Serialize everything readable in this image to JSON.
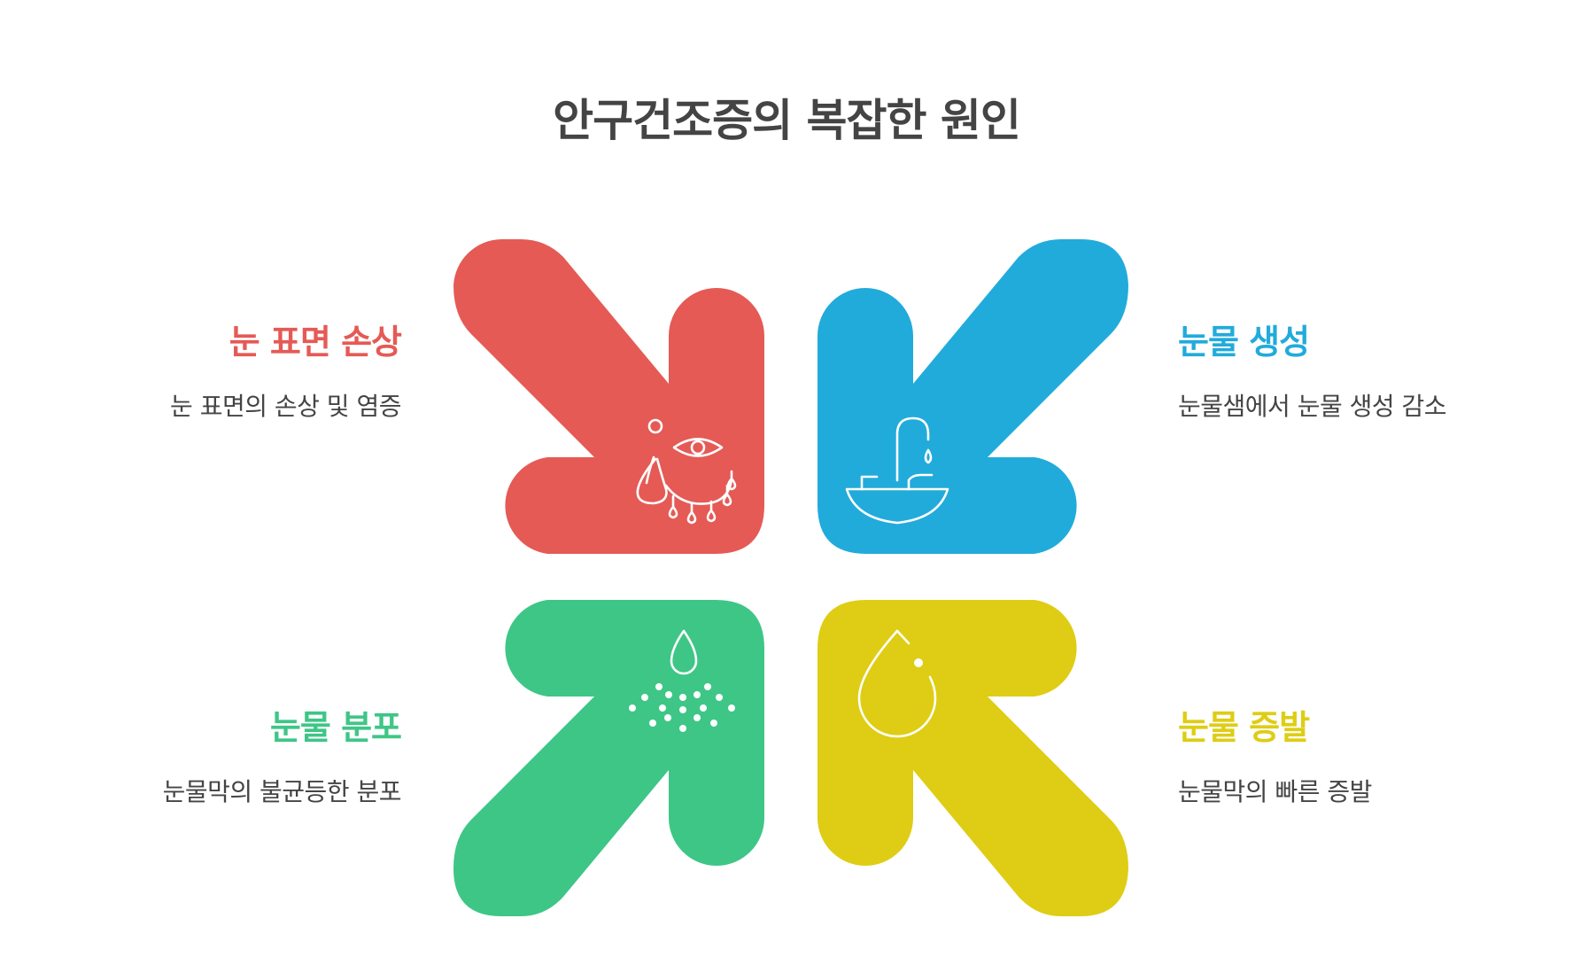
{
  "title": "안구건조증의 복잡한 원인",
  "causes": [
    {
      "label": "눈 표면 손상",
      "description": "눈 표면의 손상 및 염증",
      "color": "#E55A55",
      "icon": "damaged-eye-tears-icon"
    },
    {
      "label": "눈물 생성",
      "description": "눈물샘에서 눈물 생성 감소",
      "color": "#21ABDB",
      "icon": "faucet-basin-icon"
    },
    {
      "label": "눈물 분포",
      "description": "눈물막의 불균등한 분포",
      "color": "#3EC686",
      "icon": "drop-dispersion-icon"
    },
    {
      "label": "눈물 증발",
      "description": "눈물막의 빠른 증발",
      "color": "#DECD14",
      "icon": "evaporating-drop-icon"
    }
  ]
}
